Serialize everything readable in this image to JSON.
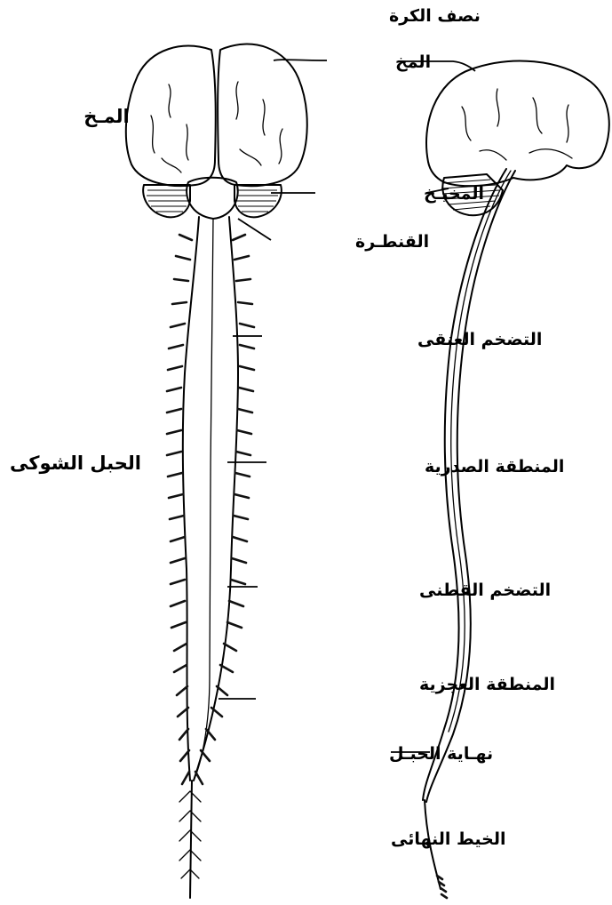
{
  "labels": {
    "hemisphere": "نصف الكرة",
    "cerebrum": "المخ",
    "brain": "المـخ",
    "cerebellum": "المخيـخ",
    "pons": "القنطـرة",
    "cervical_enlargement": "التضخم العنقى",
    "spinal_cord": "الحبل الشوكى",
    "thoracic_region": "المنطقة الصدرية",
    "lumbar_enlargement": "التضخم القطنى",
    "sacral_region": "المنطقة العجزية",
    "cord_end": "نهـاية الحبـل",
    "filum_terminale": "الخيط النهائى"
  },
  "colors": {
    "ink": "#000000",
    "paper": "#ffffff"
  }
}
